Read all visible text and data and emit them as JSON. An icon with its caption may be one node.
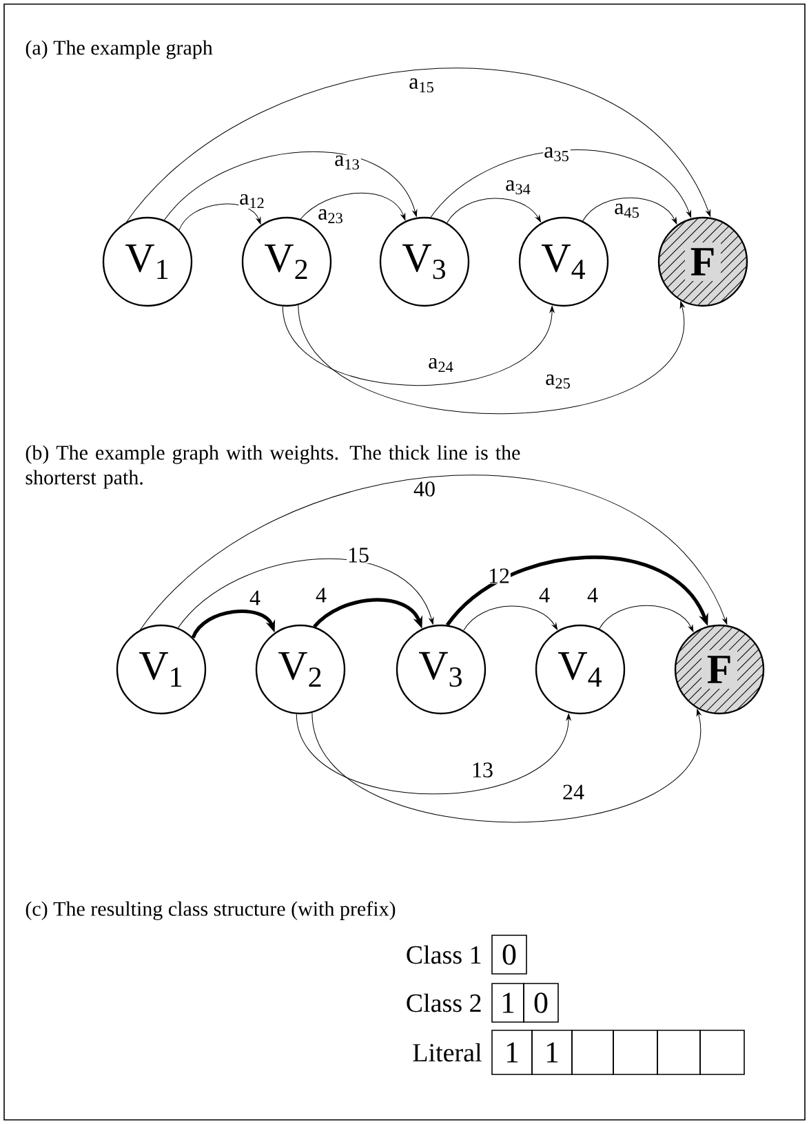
{
  "diagram": {
    "nodes": [
      {
        "text": [
          "V$_{1}$"
        ]
      },
      {
        "text": [
          "V$_{2}$"
        ]
      },
      {
        "text": [
          "V$_{3}$"
        ]
      },
      {
        "text": [
          "V$_{4}$"
        ]
      },
      {
        "text": [
          "F"
        ]
      },
      {
        "text": [
          "V$_{1}$"
        ]
      },
      {
        "text": [
          "V$_{2}$"
        ]
      },
      {
        "text": [
          "V$_{3}$"
        ]
      },
      {
        "text": [
          "V$_{4}$"
        ]
      },
      {
        "text": [
          "F"
        ]
      }
    ],
    "edges": [
      {
        "from": 0,
        "to": 1,
        "arrow": "to",
        "label": "a$_{12}$"
      },
      {
        "from": 0,
        "to": 2,
        "arrow": "to",
        "label": "a$_{13}$"
      },
      {
        "from": 0,
        "to": 4,
        "arrow": "to",
        "label": "a$_{15}$"
      },
      {
        "from": 1,
        "to": 2,
        "arrow": "to",
        "label": "a$_{23}$"
      },
      {
        "from": 1,
        "to": 3,
        "arrow": "to",
        "label": "a$_{24}$"
      },
      {
        "from": 1,
        "to": 4,
        "arrow": "to",
        "label": "a$_{25}$"
      },
      {
        "from": 2,
        "to": 3,
        "arrow": "to",
        "label": "a$_{34}$"
      },
      {
        "from": 2,
        "to": 4,
        "arrow": "to",
        "label": "a$_{35}$"
      },
      {
        "from": 3,
        "to": 4,
        "arrow": "to",
        "label": "a$_{45}$"
      },
      {
        "from": 5,
        "to": 6,
        "arrow": "to",
        "label": "4",
        "style": "thick"
      },
      {
        "from": 5,
        "to": 7,
        "arrow": "to",
        "label": "15"
      },
      {
        "from": 5,
        "to": 9,
        "arrow": "to",
        "label": "40"
      },
      {
        "from": 6,
        "to": 7,
        "arrow": "to",
        "label": "4",
        "style": "thick"
      },
      {
        "from": 6,
        "to": 8,
        "arrow": "to",
        "label": "13"
      },
      {
        "from": 6,
        "to": 9,
        "arrow": "to",
        "label": "24"
      },
      {
        "from": 7,
        "to": 8,
        "arrow": "to",
        "label": "4"
      },
      {
        "from": 7,
        "to": 9,
        "arrow": "to",
        "label": "12",
        "style": "thick"
      },
      {
        "from": 8,
        "to": 9,
        "arrow": "to",
        "label": "4"
      }
    ],
    "labels": [
      "(a) The example graph",
      "(b) The example graph with weights. The thick line is the shorterst path.",
      "(c) The resulting class structure (with prefix)",
      "Class 1",
      "0",
      "Class 2",
      "1",
      "0",
      "Literal",
      "1",
      "1"
    ]
  }
}
